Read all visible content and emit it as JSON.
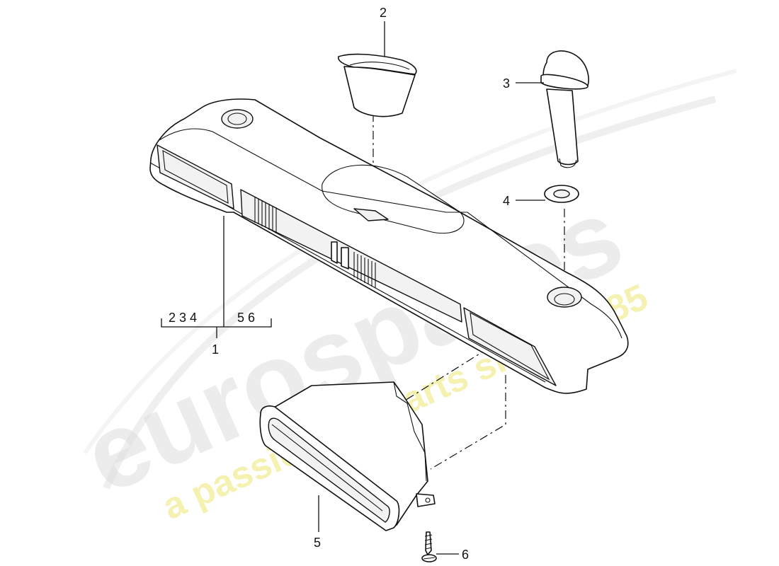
{
  "watermark": {
    "brand": "eurospares",
    "tagline": "a passion for parts since 1985",
    "brand_color": "#d9d9d9",
    "tagline_color": "#f2eea0"
  },
  "callouts": {
    "part1": "1",
    "part2": "2",
    "part3": "3",
    "part4": "4",
    "part5": "5",
    "part6": "6",
    "group_left": "2 3 4",
    "group_right": "5 6"
  }
}
